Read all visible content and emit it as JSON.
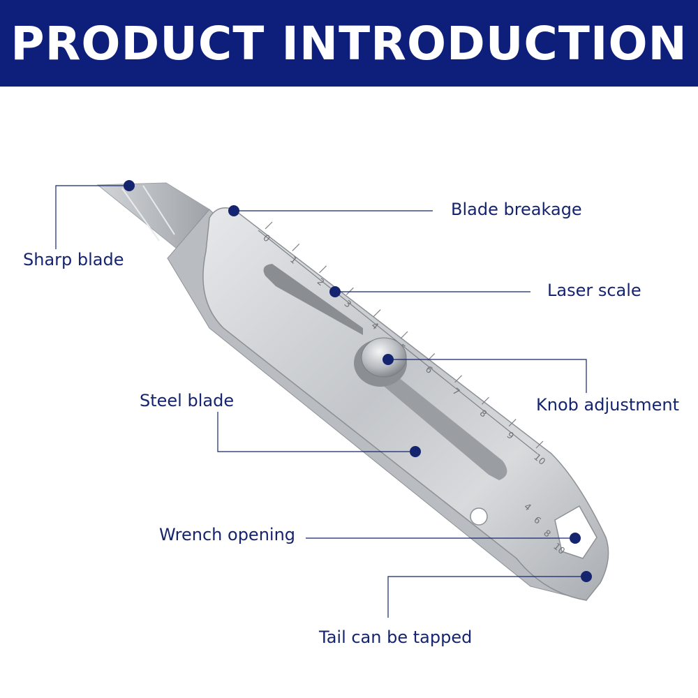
{
  "header": {
    "title": "PRODUCT INTRODUCTION"
  },
  "colors": {
    "banner": "#0d1f7a",
    "callout": "#15246e",
    "steel": "#c9ccd0"
  },
  "ruler": {
    "ticks": [
      "0",
      "1",
      "2",
      "3",
      "4",
      "5",
      "6",
      "7",
      "8",
      "9",
      "10"
    ]
  },
  "wrench_sizes": [
    "4",
    "6",
    "8",
    "10"
  ],
  "callouts": {
    "sharp_blade": "Sharp blade",
    "blade_breakage": "Blade breakage",
    "laser_scale": "Laser scale",
    "knob_adjustment": "Knob adjustment",
    "steel_blade": "Steel blade",
    "wrench_opening": "Wrench opening",
    "tail_tapped": "Tail can be tapped"
  }
}
